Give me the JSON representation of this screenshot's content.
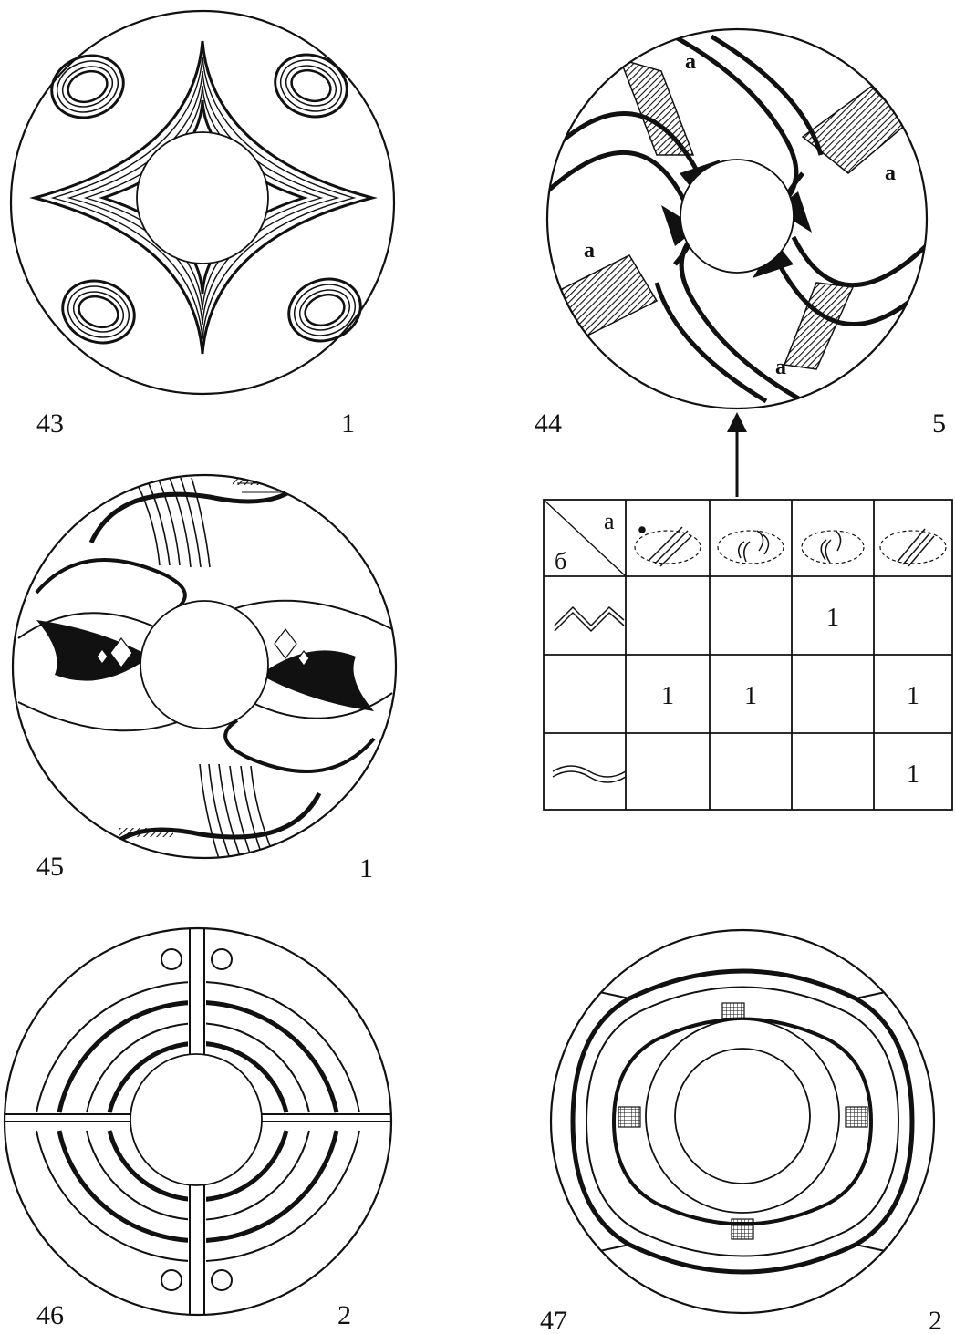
{
  "figures": [
    {
      "number": "43",
      "count": "1"
    },
    {
      "number": "44",
      "count": "5"
    },
    {
      "number": "45",
      "count": "1"
    },
    {
      "number": "46",
      "count": "2"
    },
    {
      "number": "47",
      "count": "2"
    }
  ],
  "letter_a": "a",
  "table": {
    "corner_top": "a",
    "corner_bottom": "б",
    "rows": [
      [
        "",
        "",
        "1",
        ""
      ],
      [
        "1",
        "1",
        "",
        "1"
      ],
      [
        "",
        "",
        "",
        "1"
      ]
    ]
  }
}
